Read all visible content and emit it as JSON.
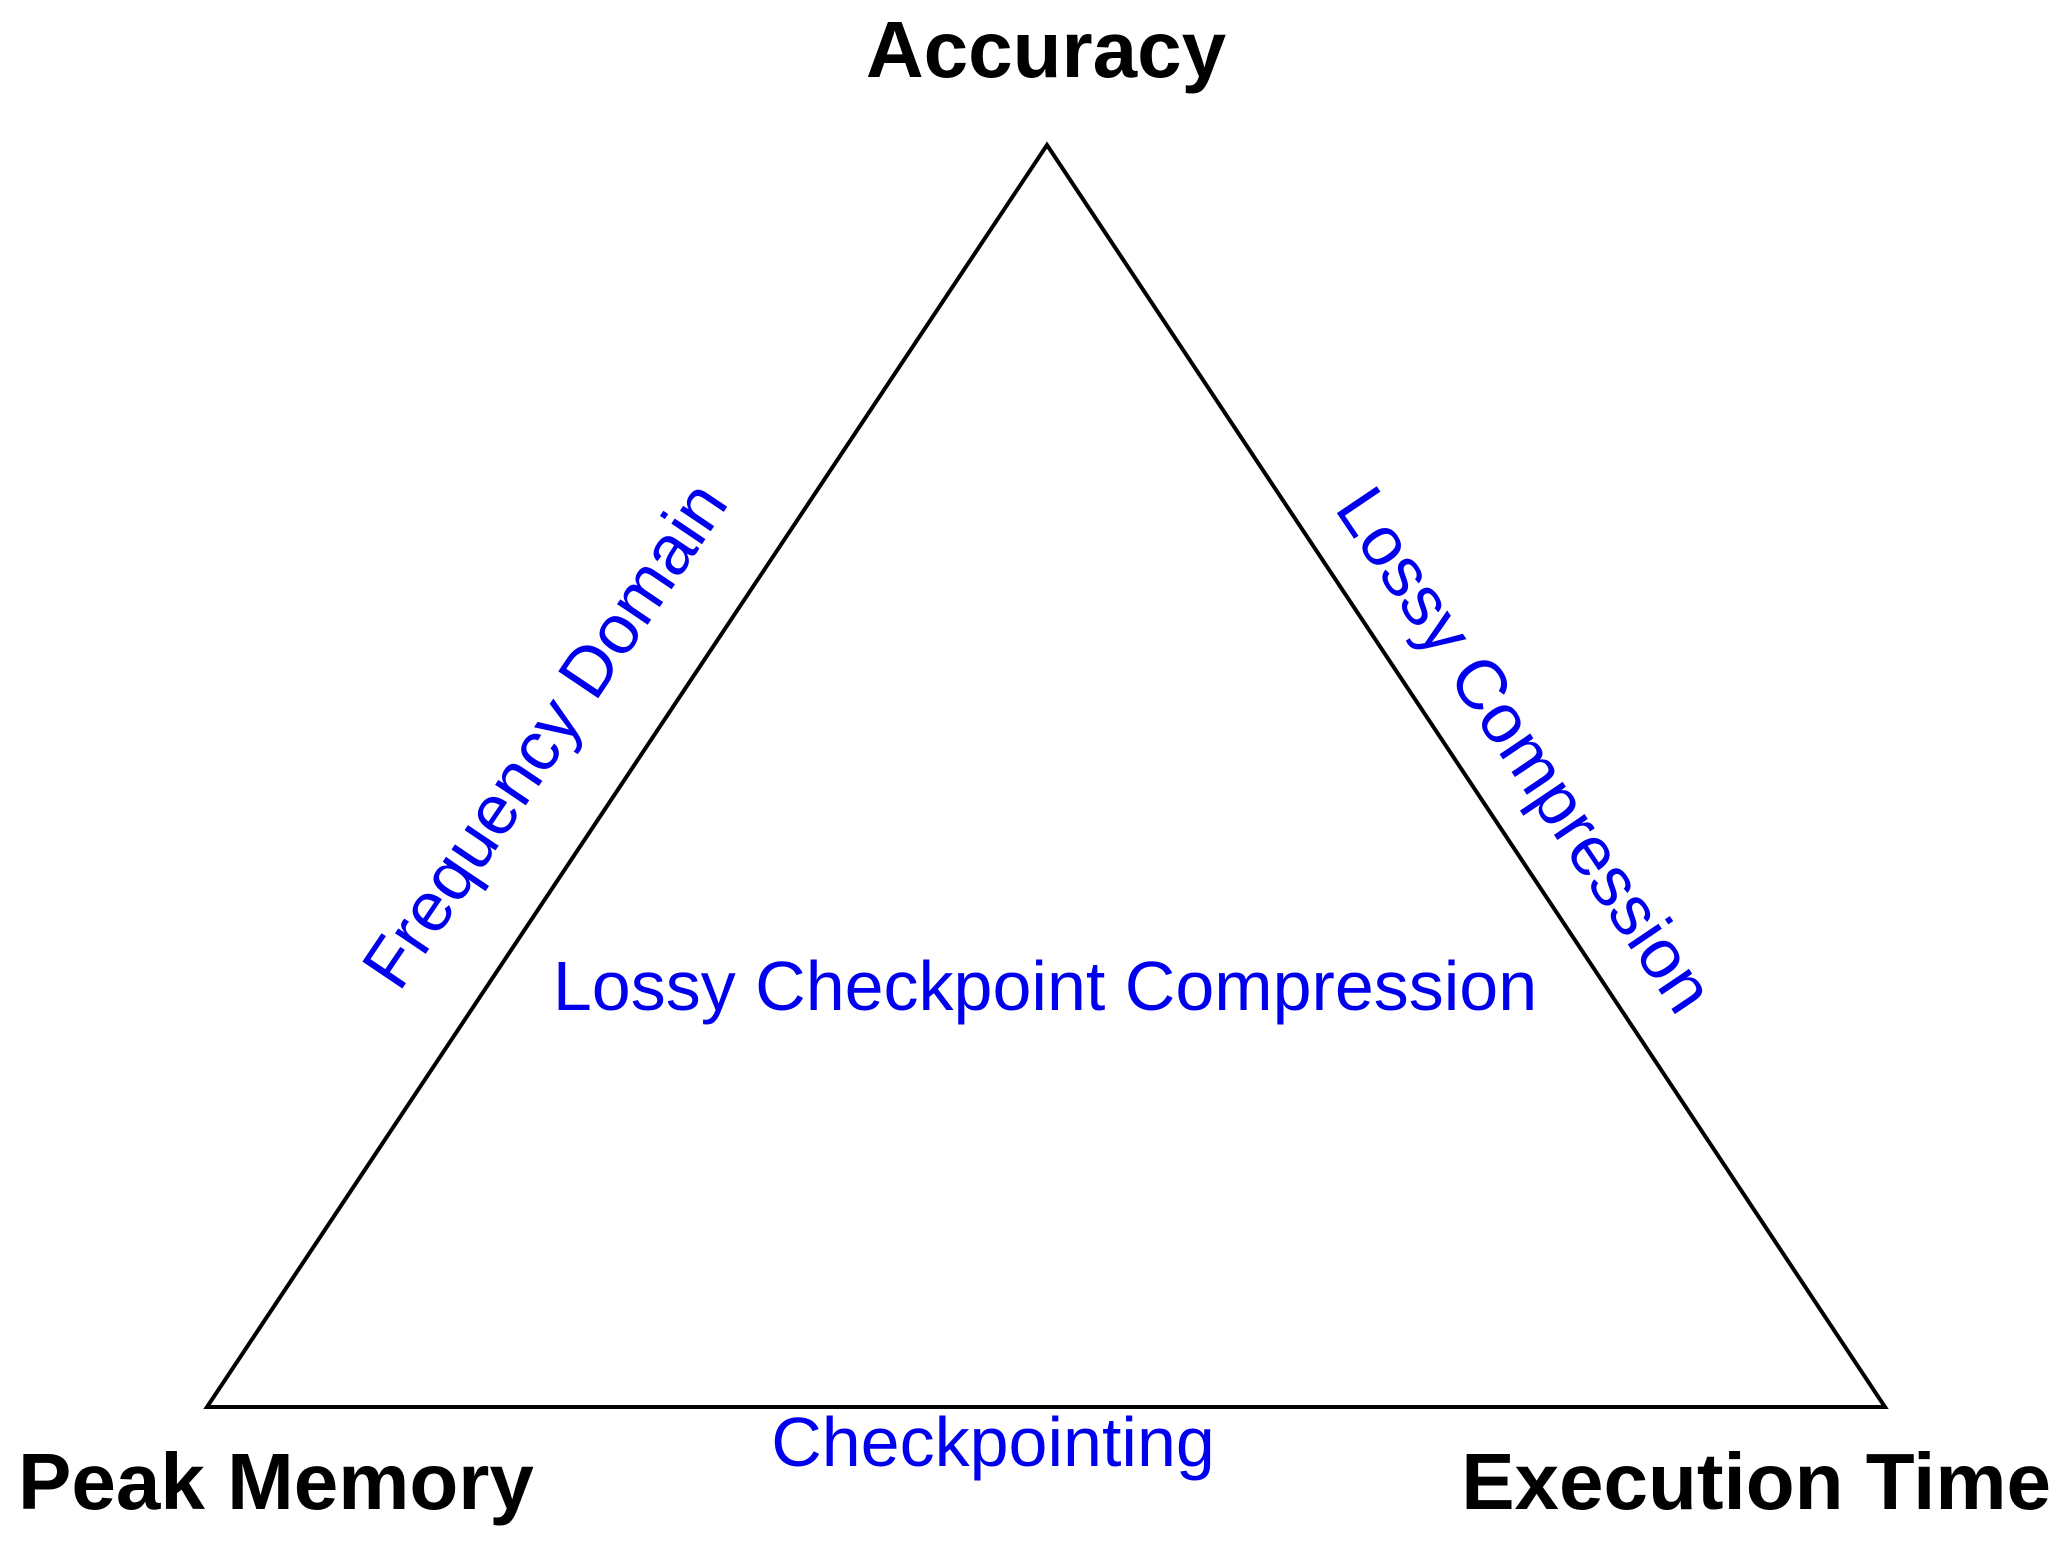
{
  "diagram": {
    "colors": {
      "background": "#ffffff",
      "triangle": "#000000",
      "vertex_labels": "#000000",
      "edge_labels": "#0000ee"
    },
    "vertex_labels": {
      "top": "Accuracy",
      "bottom_left": "Peak Memory",
      "bottom_right": "Execution Time"
    },
    "edge_labels": {
      "left": "Frequency Domain",
      "right": "Lossy Compression",
      "bottom": "Checkpointing"
    },
    "center_label": "Lossy Checkpoint Compression"
  }
}
